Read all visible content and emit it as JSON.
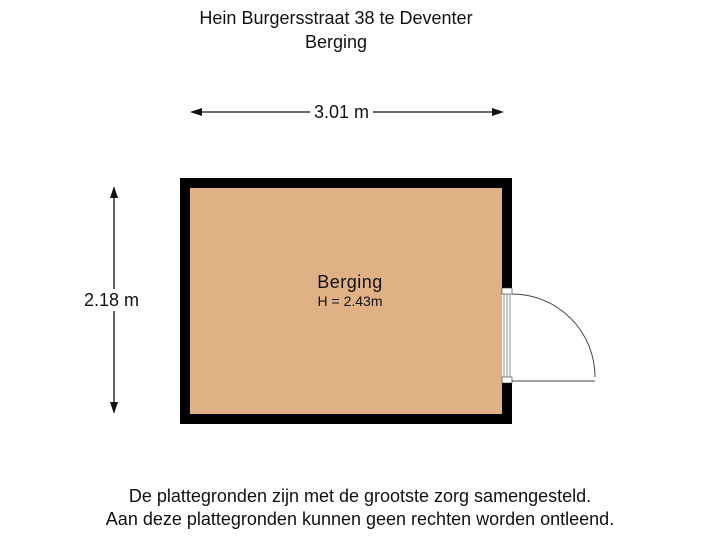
{
  "header": {
    "address": "Hein Burgersstraat 38 te Deventer",
    "floor": "Berging"
  },
  "dimensions": {
    "width": "3.01 m",
    "height": "2.18 m"
  },
  "room": {
    "name": "Berging",
    "ceiling_height": "H = 2.43m",
    "fill_color": "#dfb184",
    "wall_color": "#000000"
  },
  "footer": {
    "line1": "De plattegronden zijn met de grootste zorg samengesteld.",
    "line2": "Aan deze plattegronden kunnen geen rechten worden ontleend."
  }
}
